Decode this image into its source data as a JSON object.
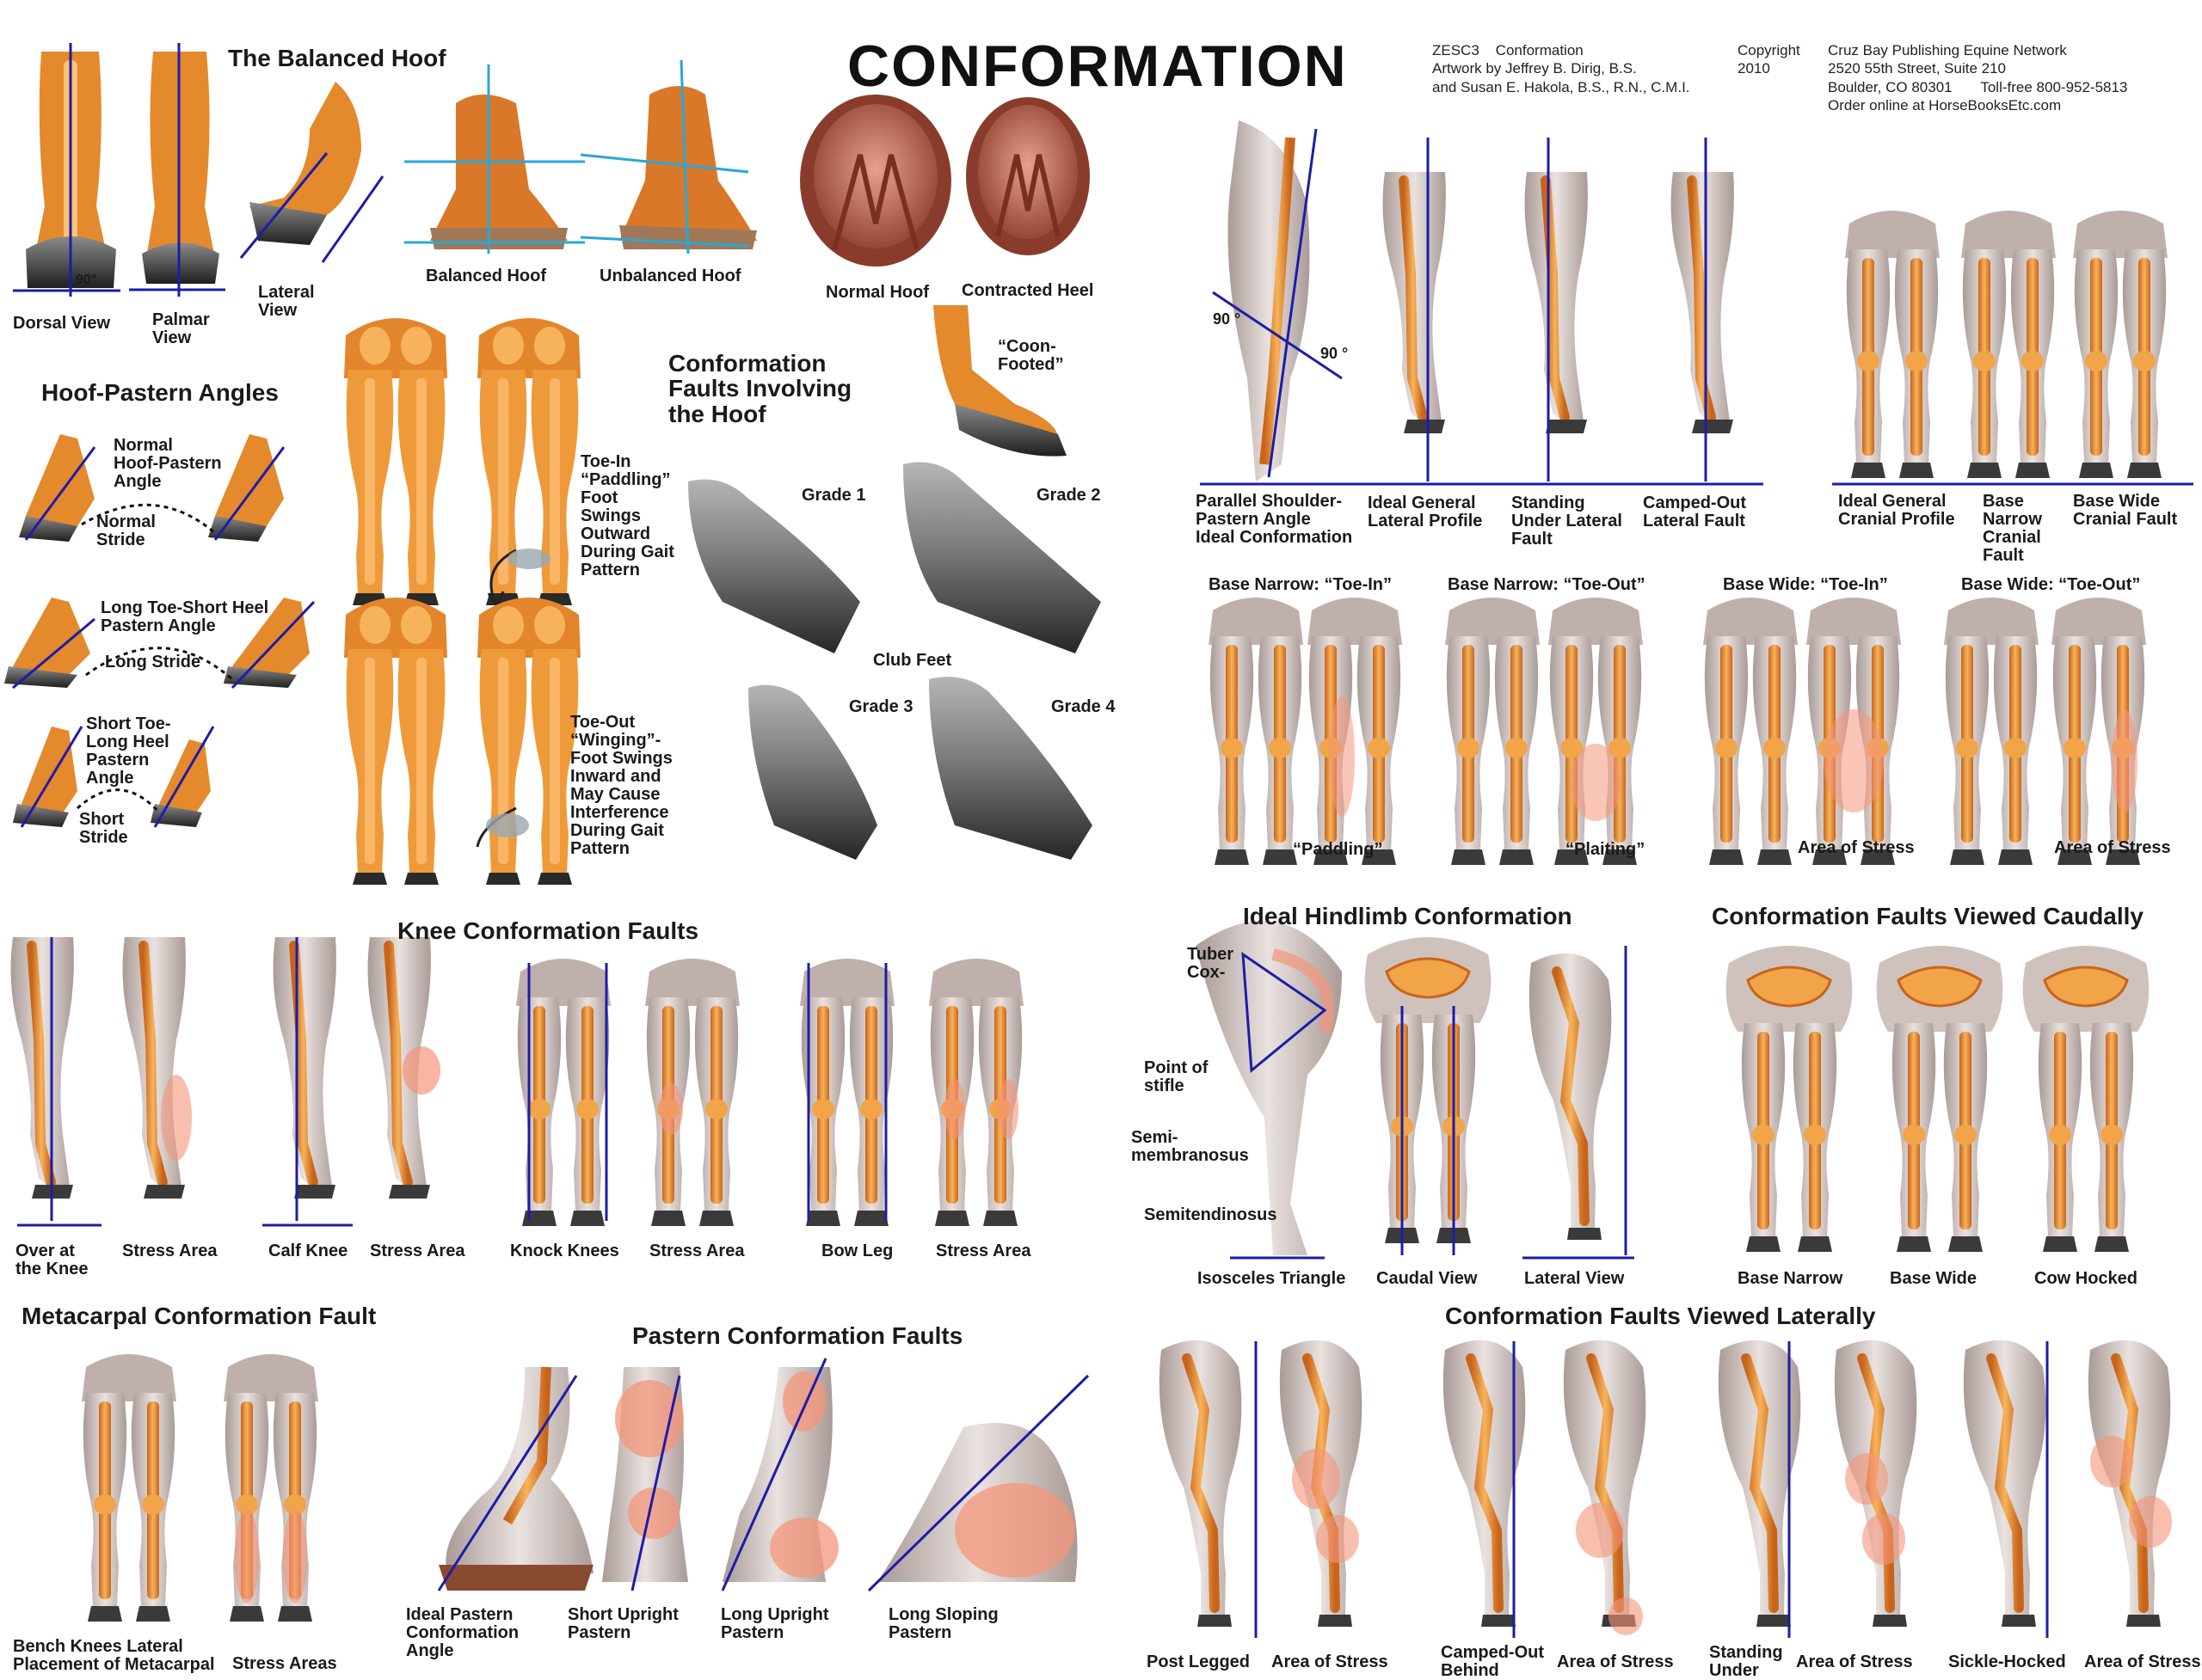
{
  "title": "CONFORMATION",
  "credits": {
    "c1": "ZESC3    Conformation\nArtwork by Jeffrey B. Dirig, B.S.\nand Susan E. Hakola, B.S., R.N., C.M.I.",
    "c2": "Copyright\n2010",
    "c3": "Cruz Bay Publishing Equine Network\n2520 55th Street, Suite 210\nBoulder, CO 80301       Toll-free 800-952-5813\nOrder online at HorseBooksEtc.com"
  },
  "balanced": {
    "heading": "The Balanced Hoof",
    "dorsal": "Dorsal View",
    "palmar": "Palmar\nView",
    "lateral": "Lateral\nView",
    "balanced": "Balanced Hoof",
    "unbalanced": "Unbalanced Hoof",
    "angle": "90°"
  },
  "hoofs": {
    "normal": "Normal Hoof",
    "contracted": "Contracted Heel",
    "coon": "“Coon-\nFooted”"
  },
  "faults_hoof": {
    "heading": "Conformation\nFaults Involving\nthe Hoof"
  },
  "hpa": {
    "heading": "Hoof-Pastern Angles",
    "normal": "Normal\nHoof-Pastern\nAngle",
    "normal_stride": "Normal\nStride",
    "long_toe": "Long Toe-Short Heel\nPastern Angle",
    "long_stride": "Long Stride",
    "short_toe": "Short Toe-\nLong Heel\nPastern\nAngle",
    "short_stride": "Short\nStride"
  },
  "toe": {
    "toe_in": "Toe-In\n“Paddling”\nFoot\nSwings\nOutward\nDuring Gait\nPattern",
    "toe_out": "Toe-Out\n“Winging”-\nFoot Swings\nInward and\nMay Cause\nInterference\nDuring Gait\nPattern"
  },
  "club": {
    "g1": "Grade 1",
    "g2": "Grade 2",
    "g3": "Grade 3",
    "g4": "Grade 4",
    "label": "Club Feet"
  },
  "lateral_profiles": {
    "angle_a": "90 °",
    "angle_b": "90 °",
    "parallel": "Parallel Shoulder-\nPastern Angle\nIdeal Conformation",
    "ideal_lateral": "Ideal General\nLateral Profile",
    "standing_under": "Standing\nUnder Lateral\nFault",
    "camped_out": "Camped-Out\nLateral Fault"
  },
  "cranial": {
    "ideal": "Ideal General\nCranial Profile",
    "base_narrow": "Base\nNarrow\nCranial\nFault",
    "base_wide": "Base Wide\nCranial Fault"
  },
  "base_row": {
    "bn_in": "Base Narrow: “Toe-In”",
    "bn_out": "Base Narrow: “Toe-Out”",
    "bw_in": "Base Wide: “Toe-In”",
    "bw_out": "Base Wide: “Toe-Out”",
    "paddling": "“Paddling”",
    "plaiting": "“Plaiting”",
    "stress1": "Area of Stress",
    "stress2": "Area of Stress"
  },
  "knee": {
    "heading": "Knee Conformation Faults",
    "over": "Over at\nthe Knee",
    "stress1": "Stress Area",
    "calf": "Calf Knee",
    "stress2": "Stress Area",
    "knock": "Knock Knees",
    "stress3": "Stress Area",
    "bow": "Bow Leg",
    "stress4": "Stress Area"
  },
  "hind": {
    "heading": "Ideal Hindlimb Conformation",
    "tuber": "Tuber\nCox-",
    "stifle": "Point of\nstifle",
    "semimem": "Semi-\nmembranosus",
    "semiten": "Semitendinosus",
    "isosceles": "Isosceles Triangle",
    "caudal": "Caudal View",
    "lateral": "Lateral View"
  },
  "caudal": {
    "heading": "Conformation Faults Viewed Caudally",
    "narrow": "Base Narrow",
    "wide": "Base Wide",
    "cow": "Cow Hocked"
  },
  "meta": {
    "heading": "Metacarpal Conformation Fault",
    "bench": "Bench Knees Lateral\nPlacement of Metacarpal",
    "stress": "Stress Areas"
  },
  "pastern": {
    "heading": "Pastern Conformation Faults",
    "ideal": "Ideal Pastern\nConformation\nAngle",
    "short": "Short Upright\nPastern",
    "long_up": "Long Upright\nPastern",
    "long_slope": "Long Sloping\nPastern"
  },
  "lat_faults": {
    "heading": "Conformation Faults Viewed Laterally",
    "post": "Post Legged",
    "stress1": "Area of Stress",
    "camped": "Camped-Out\nBehind",
    "stress2": "Area of Stress",
    "standing": "Standing\nUnder",
    "stress3": "Area of Stress",
    "sickle": "Sickle-Hocked",
    "stress4": "Area of Stress"
  },
  "colors": {
    "bone": "#e98a2a",
    "bone_light": "#f4b25a",
    "leg": "#c9b8b2",
    "guide": "#1c1ca8",
    "cyan": "#2aa7d8",
    "stress": "#f4957a",
    "hoof": "#3a3a3a"
  }
}
